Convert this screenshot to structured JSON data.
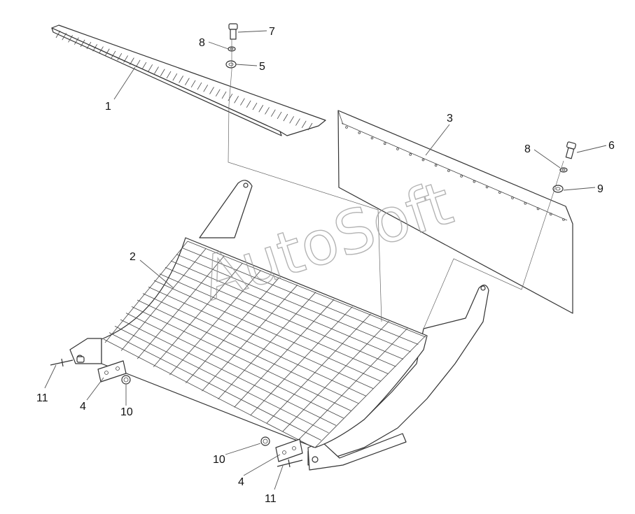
{
  "watermark": {
    "text": "AutoSoft"
  },
  "callouts": [
    {
      "id": "c1",
      "label": "1"
    },
    {
      "id": "c2",
      "label": "2"
    },
    {
      "id": "c3",
      "label": "3"
    },
    {
      "id": "c4a",
      "label": "4"
    },
    {
      "id": "c4b",
      "label": "4"
    },
    {
      "id": "c5",
      "label": "5"
    },
    {
      "id": "c6",
      "label": "6"
    },
    {
      "id": "c7",
      "label": "7"
    },
    {
      "id": "c8a",
      "label": "8"
    },
    {
      "id": "c8b",
      "label": "8"
    },
    {
      "id": "c9",
      "label": "9"
    },
    {
      "id": "c10a",
      "label": "10"
    },
    {
      "id": "c10b",
      "label": "10"
    },
    {
      "id": "c11a",
      "label": "11"
    },
    {
      "id": "c11b",
      "label": "11"
    }
  ],
  "colors": {
    "line": "#333333",
    "watermark": "#9a9a9a",
    "background": "#ffffff"
  }
}
